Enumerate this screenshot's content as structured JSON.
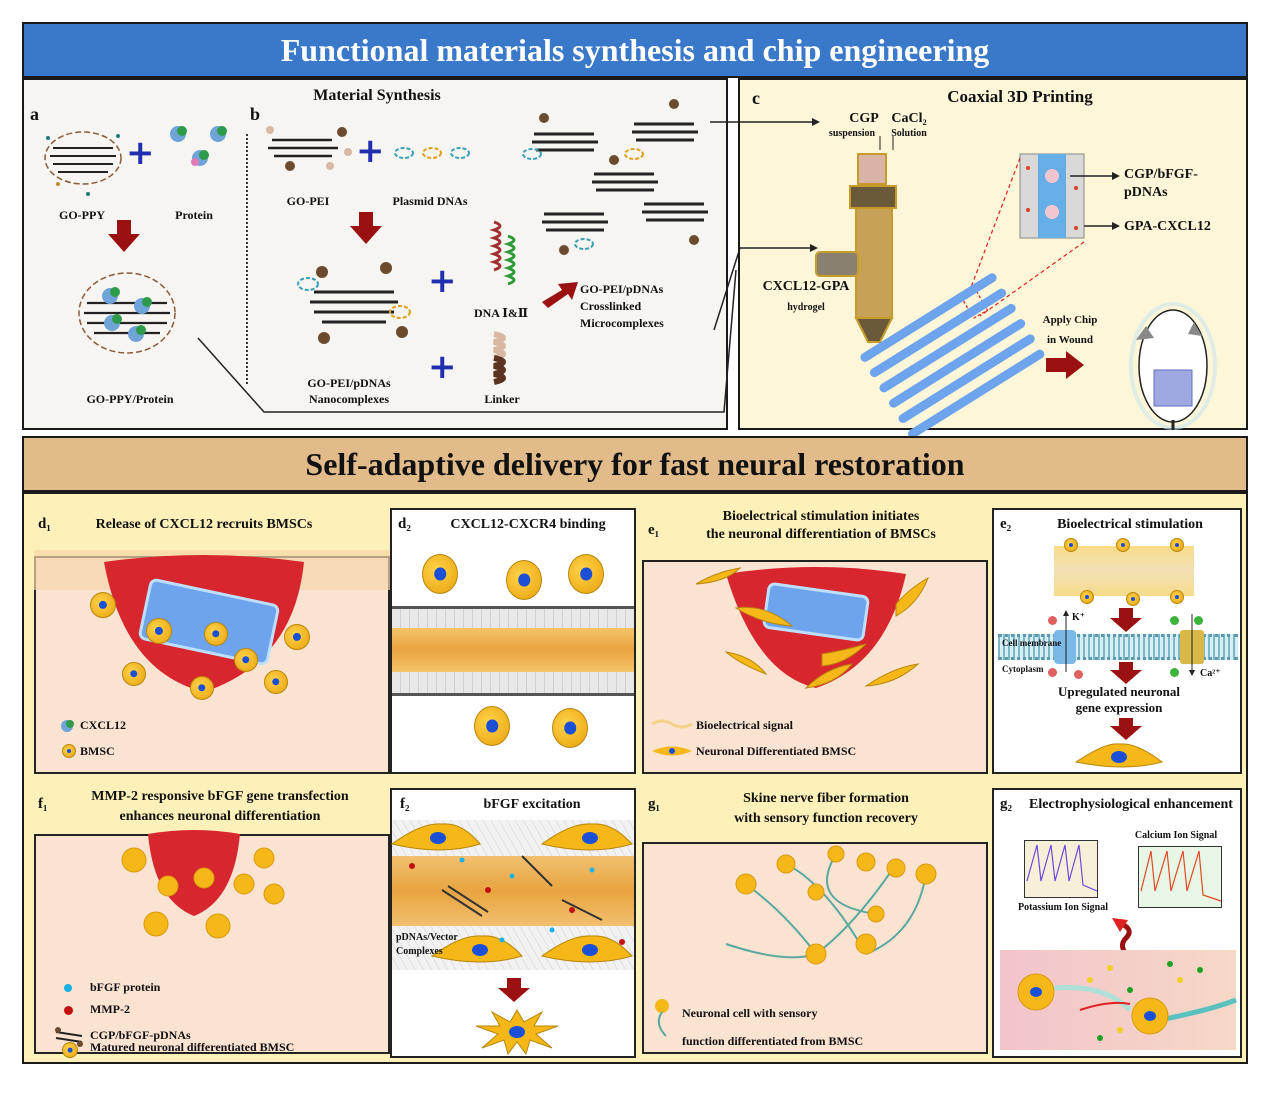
{
  "banners": {
    "top": "Functional materials synthesis and chip engineering",
    "bottom": "Self-adaptive delivery for fast neural restoration"
  },
  "colors": {
    "top_banner": "#3a78c9",
    "bottom_banner": "#e2bb8a",
    "arrow_red": "#9b1010",
    "plus_blue": "#1f2fb0",
    "bmsc_yellow": "#f5b818",
    "nucleus_blue": "#1a4fd6"
  },
  "material_synthesis": {
    "title": "Material Synthesis",
    "panel_a": {
      "letter": "a",
      "go_ppy": "GO-PPY",
      "protein": "Protein",
      "result": "GO-PPY/Protein"
    },
    "panel_b": {
      "letter": "b",
      "go_pei": "GO-PEI",
      "plasmid": "Plasmid DNAs",
      "nanocomplex_line1": "GO-PEI/pDNAs",
      "nanocomplex_line2": "Nanocomplexes",
      "dna": "DNA Ⅰ&Ⅱ",
      "linker": "Linker",
      "micro_line1": "GO-PEI/pDNAs",
      "micro_line2": "Crosslinked",
      "micro_line3": "Microcomplexes"
    }
  },
  "coaxial": {
    "letter": "c",
    "title": "Coaxial 3D Printing",
    "cgp": "CGP",
    "cgp_sub": "suspension",
    "cacl2": "CaCl₂",
    "cacl2_sub": "Solution",
    "cxcl12_gpa": "CXCL12-GPA",
    "hydrogel": "hydrogel",
    "cgp_bfgf_line1": "CGP/bFGF-",
    "cgp_bfgf_line2": "pDNAs",
    "gpa_cxcl12": "GPA-CXCL12",
    "apply_line1": "Apply Chip",
    "apply_line2": "in Wound"
  },
  "d1": {
    "letter": "d₁",
    "title": "Release of CXCL12 recruits BMSCs",
    "legend": [
      "CXCL12",
      "BMSC"
    ]
  },
  "d2": {
    "letter": "d₂",
    "title": "CXCL12-CXCR4 binding"
  },
  "e1": {
    "letter": "e₁",
    "title_line1": "Bioelectrical stimulation initiates",
    "title_line2": "the neuronal differentiation of BMSCs",
    "legend": [
      "Bioelectrical signal",
      "Neuronal Differentiated BMSC"
    ]
  },
  "e2": {
    "letter": "e₂",
    "title": "Bioelectrical stimulation",
    "k_ion": "K⁺",
    "ca_ion": "Ca²⁺",
    "membrane": "Cell membrane",
    "cytoplasm": "Cytoplasm",
    "result_line1": "Upregulated neuronal",
    "result_line2": "gene expression"
  },
  "f1": {
    "letter": "f₁",
    "title_line1": "MMP-2 responsive bFGF gene transfection",
    "title_line2": "enhances neuronal differentiation",
    "legend": [
      "bFGF protein",
      "MMP-2",
      "CGP/bFGF-pDNAs",
      "Matured neuronal differentiated BMSC"
    ]
  },
  "f2": {
    "letter": "f₂",
    "title": "bFGF excitation",
    "complex_line1": "pDNAs/Vector",
    "complex_line2": "Complexes"
  },
  "g1": {
    "letter": "g₁",
    "title_line1": "Skine nerve fiber formation",
    "title_line2": "with sensory function recovery",
    "legend_line1": "Neuronal cell with sensory",
    "legend_line2": "function differentiated from BMSC"
  },
  "g2": {
    "letter": "g₂",
    "title": "Electrophysiological enhancement",
    "potassium": "Potassium Ion Signal",
    "calcium": "Calcium Ion Signal"
  }
}
